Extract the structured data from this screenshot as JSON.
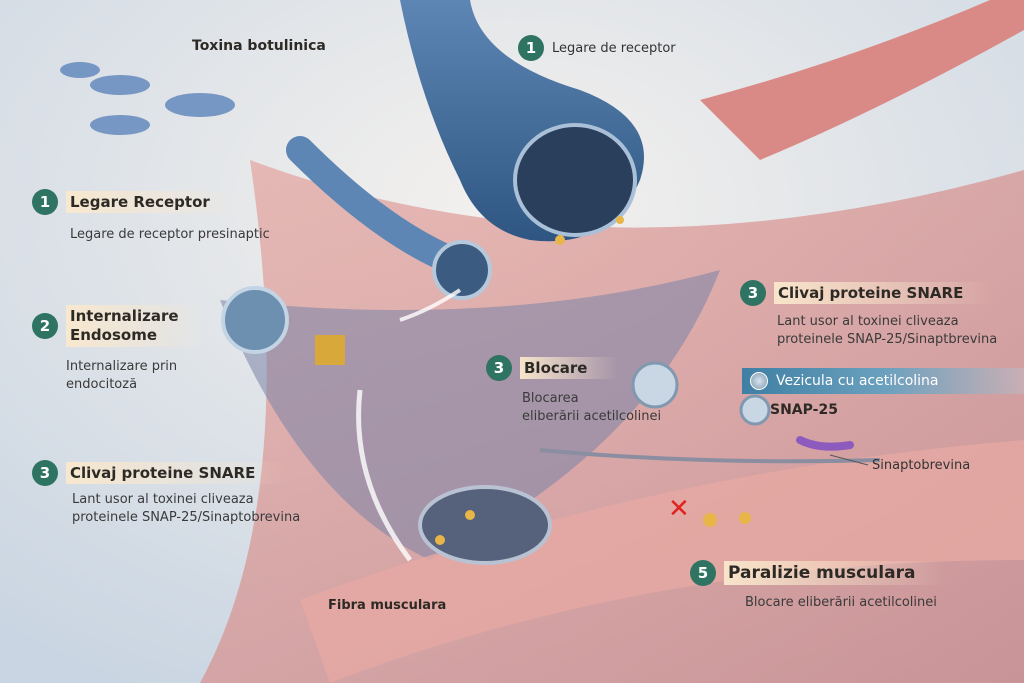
{
  "title_bacteria": "Toxina botulinica",
  "top_label": {
    "num": "1",
    "text": "Legare de receptor"
  },
  "steps_left": [
    {
      "num": "1",
      "title": "Legare Receptor",
      "desc": [
        "Legare de receptor presinaptic"
      ]
    },
    {
      "num": "2",
      "title": "Internalizare Endosome",
      "title_lines": [
        "Internalizare",
        "Endosome"
      ],
      "desc": [
        "Internalizare prin",
        "endocitoză"
      ]
    },
    {
      "num": "3",
      "title": "Clivaj proteine SNARE",
      "desc": [
        "Lant usor al toxinei cliveaza",
        "proteinele SNAP-25/Sinaptobrevina"
      ]
    }
  ],
  "step_right": {
    "num": "3",
    "title": "Clivaj proteine SNARE",
    "desc": [
      "Lant usor al toxinei cliveaza",
      "proteinele SNAP-25/Sinaptbrevina"
    ]
  },
  "step_block": {
    "num": "3",
    "title": "Blocare",
    "desc": [
      "Blocarea",
      "eliberării acetilcolinei"
    ]
  },
  "vesicle_label": "Vezicula cu acetilcolina",
  "snap25_label": "SNAP-25",
  "synaptobrevin_label": "Sinaptobrevina",
  "step_paralysis": {
    "num": "5",
    "title": "Paralizie musculara",
    "desc": [
      "Blocare eliberării acetilcolinei"
    ]
  },
  "muscle_label": "Fibra musculara",
  "block_mark": "✕"
}
